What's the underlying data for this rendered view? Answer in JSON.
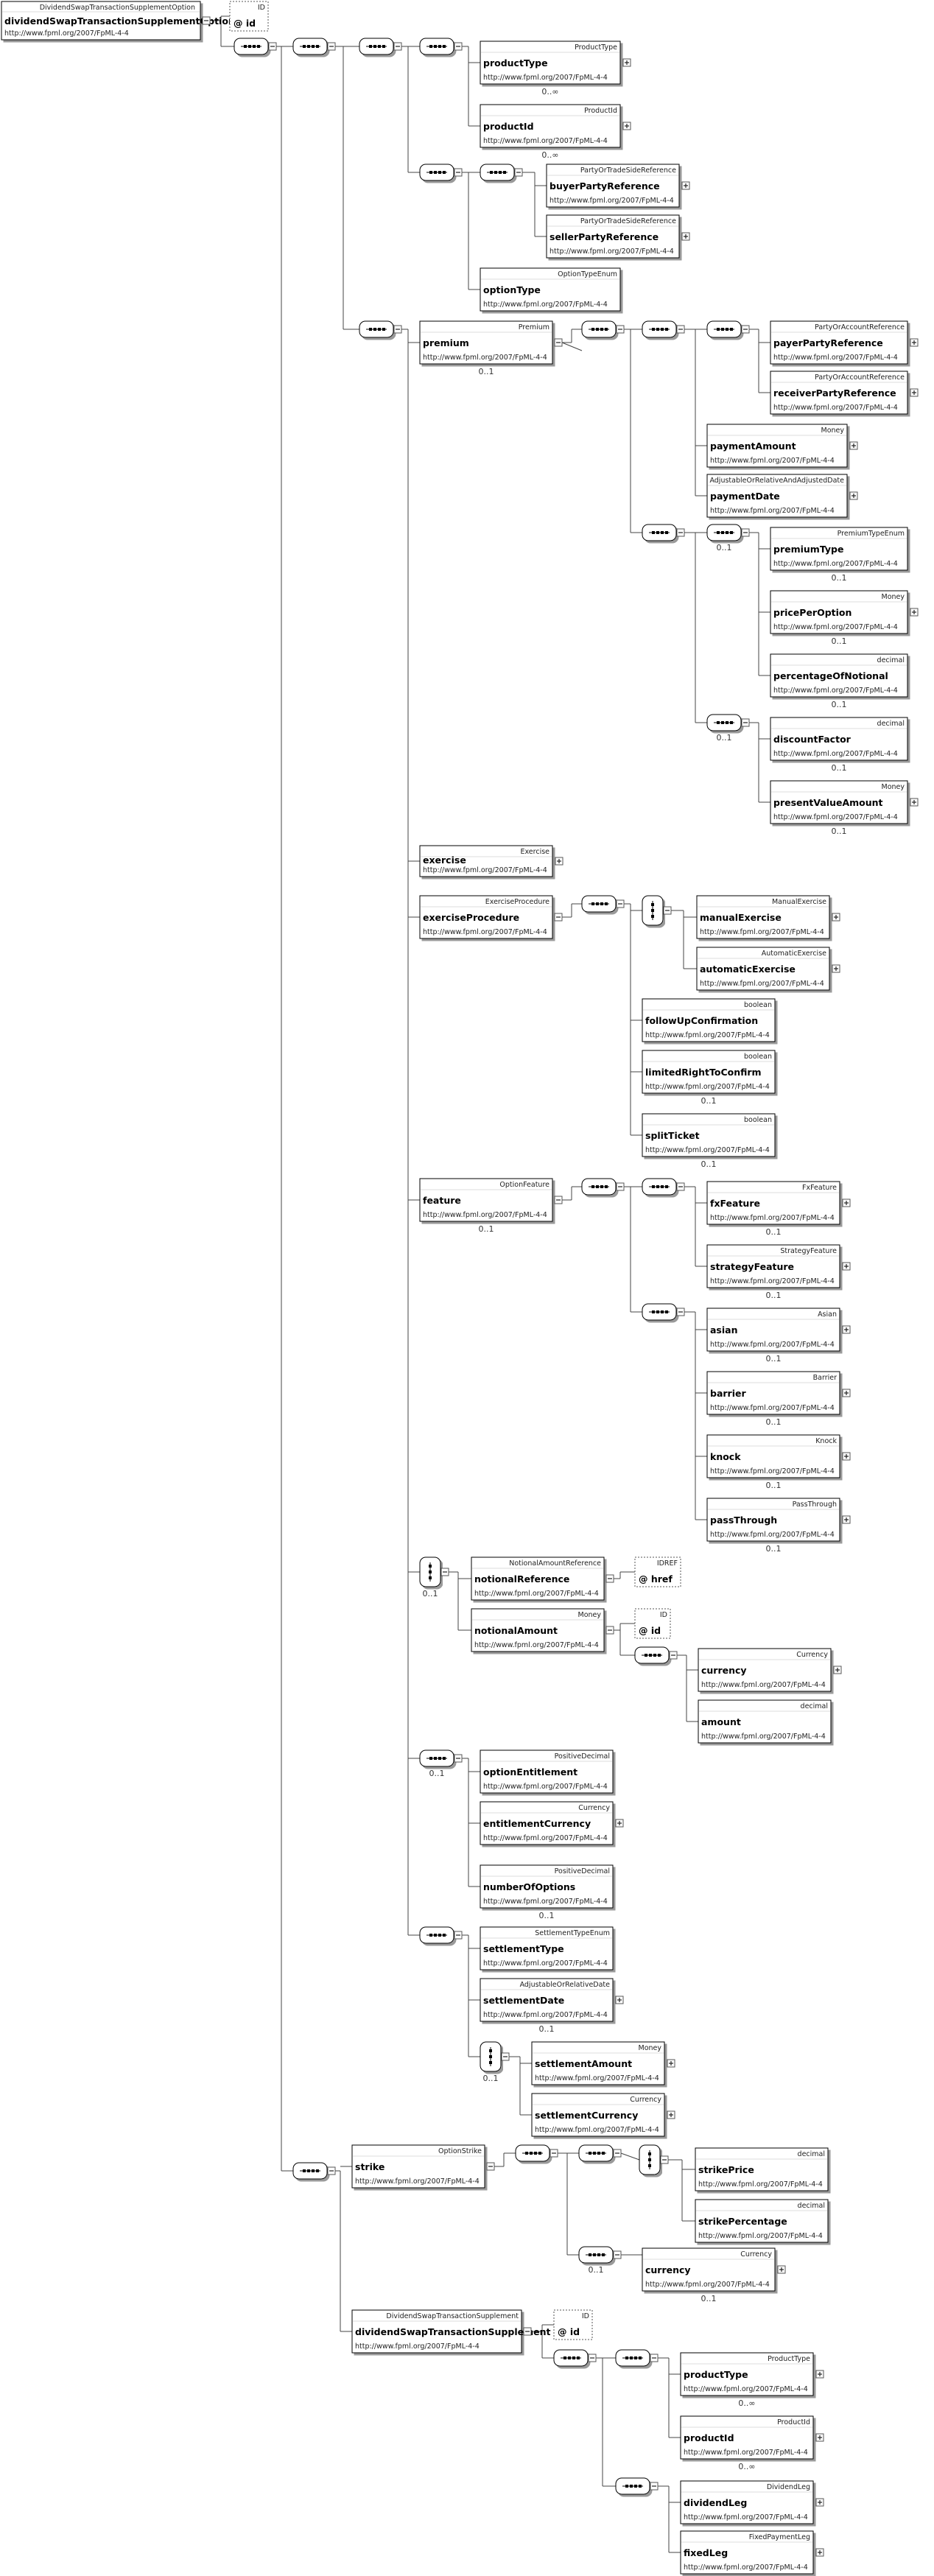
{
  "schema": {
    "namespace": "http://www.fpml.org/2007/FpML-4-4",
    "root": {
      "type": "DividendSwapTransactionSupplementOption",
      "name": "dividendSwapTransactionSupplementOption",
      "attr": {
        "type": "ID",
        "name": "@ id"
      }
    },
    "elements": [
      {
        "type": "ProductType",
        "name": "productType",
        "card": "0..∞",
        "expander": true
      },
      {
        "type": "ProductId",
        "name": "productId",
        "card": "0..∞",
        "expander": true
      },
      {
        "type": "PartyOrTradeSideReference",
        "name": "buyerPartyReference",
        "card": "",
        "expander": true
      },
      {
        "type": "PartyOrTradeSideReference",
        "name": "sellerPartyReference",
        "card": "",
        "expander": true
      },
      {
        "type": "OptionTypeEnum",
        "name": "optionType",
        "card": "",
        "expander": false
      },
      {
        "type": "Premium",
        "name": "premium",
        "card": "0..1",
        "expander": false
      },
      {
        "type": "PartyOrAccountReference",
        "name": "payerPartyReference",
        "card": "",
        "expander": true
      },
      {
        "type": "PartyOrAccountReference",
        "name": "receiverPartyReference",
        "card": "",
        "expander": true
      },
      {
        "type": "Money",
        "name": "paymentAmount",
        "card": "",
        "expander": true
      },
      {
        "type": "AdjustableOrRelativeAndAdjustedDate",
        "name": "paymentDate",
        "card": "",
        "expander": true
      },
      {
        "type": "PremiumTypeEnum",
        "name": "premiumType",
        "card": "0..1",
        "expander": false
      },
      {
        "type": "Money",
        "name": "pricePerOption",
        "card": "0..1",
        "expander": true
      },
      {
        "type": "decimal",
        "name": "percentageOfNotional",
        "card": "0..1",
        "expander": false
      },
      {
        "type": "decimal",
        "name": "discountFactor",
        "card": "0..1",
        "expander": false
      },
      {
        "type": "Money",
        "name": "presentValueAmount",
        "card": "0..1",
        "expander": true
      },
      {
        "type": "Exercise",
        "name": "exercise",
        "card": "",
        "expander": true
      },
      {
        "type": "ExerciseProcedure",
        "name": "exerciseProcedure",
        "card": "",
        "expander": false
      },
      {
        "type": "ManualExercise",
        "name": "manualExercise",
        "card": "",
        "expander": true
      },
      {
        "type": "AutomaticExercise",
        "name": "automaticExercise",
        "card": "",
        "expander": true
      },
      {
        "type": "boolean",
        "name": "followUpConfirmation",
        "card": "",
        "expander": false
      },
      {
        "type": "boolean",
        "name": "limitedRightToConfirm",
        "card": "0..1",
        "expander": false
      },
      {
        "type": "boolean",
        "name": "splitTicket",
        "card": "0..1",
        "expander": false
      },
      {
        "type": "OptionFeature",
        "name": "feature",
        "card": "0..1",
        "expander": false
      },
      {
        "type": "FxFeature",
        "name": "fxFeature",
        "card": "0..1",
        "expander": true
      },
      {
        "type": "StrategyFeature",
        "name": "strategyFeature",
        "card": "0..1",
        "expander": true
      },
      {
        "type": "Asian",
        "name": "asian",
        "card": "0..1",
        "expander": true
      },
      {
        "type": "Barrier",
        "name": "barrier",
        "card": "0..1",
        "expander": true
      },
      {
        "type": "Knock",
        "name": "knock",
        "card": "0..1",
        "expander": true
      },
      {
        "type": "PassThrough",
        "name": "passThrough",
        "card": "0..1",
        "expander": true
      },
      {
        "type": "NotionalAmountReference",
        "name": "notionalReference",
        "card": "",
        "expander": false
      },
      {
        "type": "Money",
        "name": "notionalAmount",
        "card": "",
        "expander": false
      },
      {
        "type": "Currency",
        "name": "currency",
        "card": "",
        "expander": true
      },
      {
        "type": "decimal",
        "name": "amount",
        "card": "",
        "expander": false
      },
      {
        "type": "PositiveDecimal",
        "name": "optionEntitlement",
        "card": "",
        "expander": false
      },
      {
        "type": "Currency",
        "name": "entitlementCurrency",
        "card": "",
        "expander": true
      },
      {
        "type": "PositiveDecimal",
        "name": "numberOfOptions",
        "card": "0..1",
        "expander": false
      },
      {
        "type": "SettlementTypeEnum",
        "name": "settlementType",
        "card": "",
        "expander": false
      },
      {
        "type": "AdjustableOrRelativeDate",
        "name": "settlementDate",
        "card": "0..1",
        "expander": true
      },
      {
        "type": "Money",
        "name": "settlementAmount",
        "card": "",
        "expander": true
      },
      {
        "type": "Currency",
        "name": "settlementCurrency",
        "card": "",
        "expander": true
      },
      {
        "type": "OptionStrike",
        "name": "strike",
        "card": "",
        "expander": false
      },
      {
        "type": "decimal",
        "name": "strikePrice",
        "card": "",
        "expander": false
      },
      {
        "type": "decimal",
        "name": "strikePercentage",
        "card": "",
        "expander": false
      },
      {
        "type": "Currency",
        "name": "currency",
        "card": "0..1",
        "expander": true
      },
      {
        "type": "DividendSwapTransactionSupplement",
        "name": "dividendSwapTransactionSupplement",
        "card": "",
        "expander": false
      },
      {
        "type": "ProductType",
        "name": "productType",
        "card": "0..∞",
        "expander": true
      },
      {
        "type": "ProductId",
        "name": "productId",
        "card": "0..∞",
        "expander": true
      },
      {
        "type": "DividendLeg",
        "name": "dividendLeg",
        "card": "",
        "expander": true
      },
      {
        "type": "FixedPaymentLeg",
        "name": "fixedLeg",
        "card": "",
        "expander": true
      }
    ],
    "attributes": [
      {
        "type": "IDREF",
        "name": "@ href"
      },
      {
        "type": "ID",
        "name": "@ id"
      },
      {
        "type": "ID",
        "name": "@ id"
      }
    ],
    "compositors": [
      {
        "kind": "sequence",
        "card": ""
      },
      {
        "kind": "choice",
        "card": "0..1"
      },
      {
        "kind": "sequence",
        "card": "0..1"
      },
      {
        "kind": "sequence",
        "card": "0..1"
      },
      {
        "kind": "choice",
        "card": "0..1"
      }
    ]
  }
}
